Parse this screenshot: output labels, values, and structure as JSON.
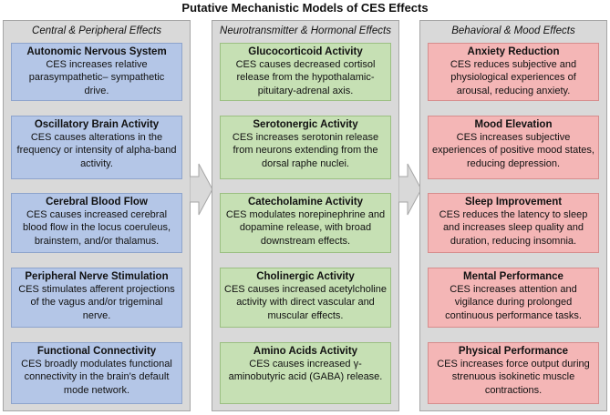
{
  "title": "Putative Mechanistic Models of CES Effects",
  "colors": {
    "blue": "#b4c6e7",
    "green": "#c6e0b4",
    "red": "#f4b6b6",
    "panel": "#d9d9d9"
  },
  "columns": [
    {
      "header": "Central & Peripheral Effects",
      "boxes": [
        {
          "title": "Autonomic Nervous System",
          "text": "CES increases relative parasympathetic– sympathetic drive."
        },
        {
          "title": "Oscillatory Brain Activity",
          "text": "CES causes alterations in the frequency or intensity of alpha-band activity."
        },
        {
          "title": "Cerebral Blood Flow",
          "text": "CES causes increased cerebral blood flow in the locus coeruleus, brainstem, and/or thalamus."
        },
        {
          "title": "Peripheral Nerve Stimulation",
          "text": "CES stimulates afferent projections of the vagus and/or trigeminal nerve."
        },
        {
          "title": "Functional Connectivity",
          "text": "CES broadly modulates functional connectivity in the brain’s default mode network."
        }
      ]
    },
    {
      "header": "Neurotransmitter & Hormonal Effects",
      "boxes": [
        {
          "title": "Glucocorticoid Activity",
          "text": "CES causes decreased cortisol release from the hypothalamic-pituitary-adrenal axis."
        },
        {
          "title": "Serotonergic Activity",
          "text": "CES increases serotonin release from neurons extending from the dorsal raphe nuclei."
        },
        {
          "title": "Catecholamine Activity",
          "text": "CES modulates norepinephrine and dopamine release, with broad downstream effects."
        },
        {
          "title": "Cholinergic Activity",
          "text": "CES causes increased acetylcholine activity with direct vascular and muscular effects."
        },
        {
          "title": "Amino Acids Activity",
          "text": "CES causes increased γ-aminobutyric acid (GABA) release."
        }
      ]
    },
    {
      "header": "Behavioral & Mood Effects",
      "boxes": [
        {
          "title": "Anxiety Reduction",
          "text": "CES reduces subjective and physiological experiences of arousal, reducing anxiety."
        },
        {
          "title": "Mood Elevation",
          "text": "CES increases subjective experiences of positive mood states, reducing depression."
        },
        {
          "title": "Sleep Improvement",
          "text": "CES reduces the latency to sleep and increases sleep quality and duration, reducing insomnia."
        },
        {
          "title": "Mental Performance",
          "text": "CES increases attention and vigilance during prolonged continuous performance tasks."
        },
        {
          "title": "Physical Performance",
          "text": "CES increases force output during strenuous isokinetic muscle contractions."
        }
      ]
    }
  ]
}
